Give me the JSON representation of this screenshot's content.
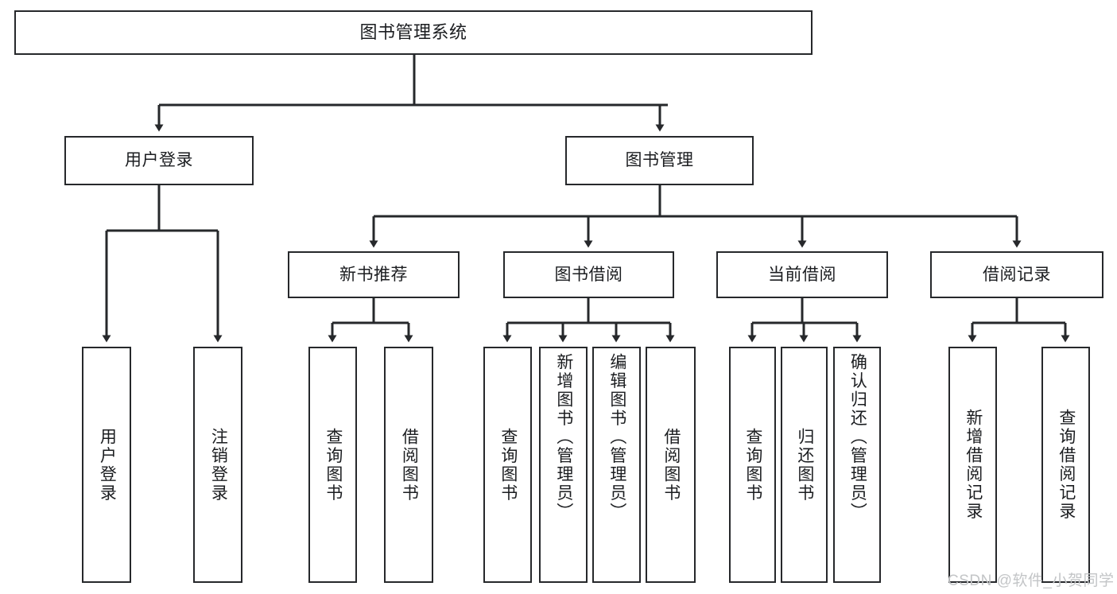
{
  "diagram": {
    "title": "图书管理系统",
    "type": "hierarchy-tree",
    "colors": {
      "stroke": "#26282b",
      "fill": "#ffffff",
      "text": "#1b1d20",
      "watermark": "#c3c5c7"
    },
    "levels": 4,
    "root": {
      "label": "图书管理系统"
    },
    "level2": [
      {
        "label": "用户登录"
      },
      {
        "label": "图书管理"
      }
    ],
    "level3": [
      {
        "label": "新书推荐"
      },
      {
        "label": "图书借阅"
      },
      {
        "label": "当前借阅"
      },
      {
        "label": "借阅记录"
      }
    ],
    "leaves": {
      "user_login": [
        {
          "label": "用户登录"
        },
        {
          "label": "注销登录"
        }
      ],
      "new_book_recommend": [
        {
          "label": "查询图书"
        },
        {
          "label": "借阅图书"
        }
      ],
      "book_borrow": [
        {
          "label": "查询图书"
        },
        {
          "label": "新增图书（管理员）"
        },
        {
          "label": "编辑图书（管理员）"
        },
        {
          "label": "借阅图书"
        }
      ],
      "current_borrow": [
        {
          "label": "查询图书"
        },
        {
          "label": "归还图书"
        },
        {
          "label": "确认归还（管理员）"
        }
      ],
      "borrow_record": [
        {
          "label": "新增借阅记录"
        },
        {
          "label": "查询借阅记录"
        }
      ]
    }
  },
  "watermark": {
    "text": "CSDN @软件_小贺同学"
  }
}
